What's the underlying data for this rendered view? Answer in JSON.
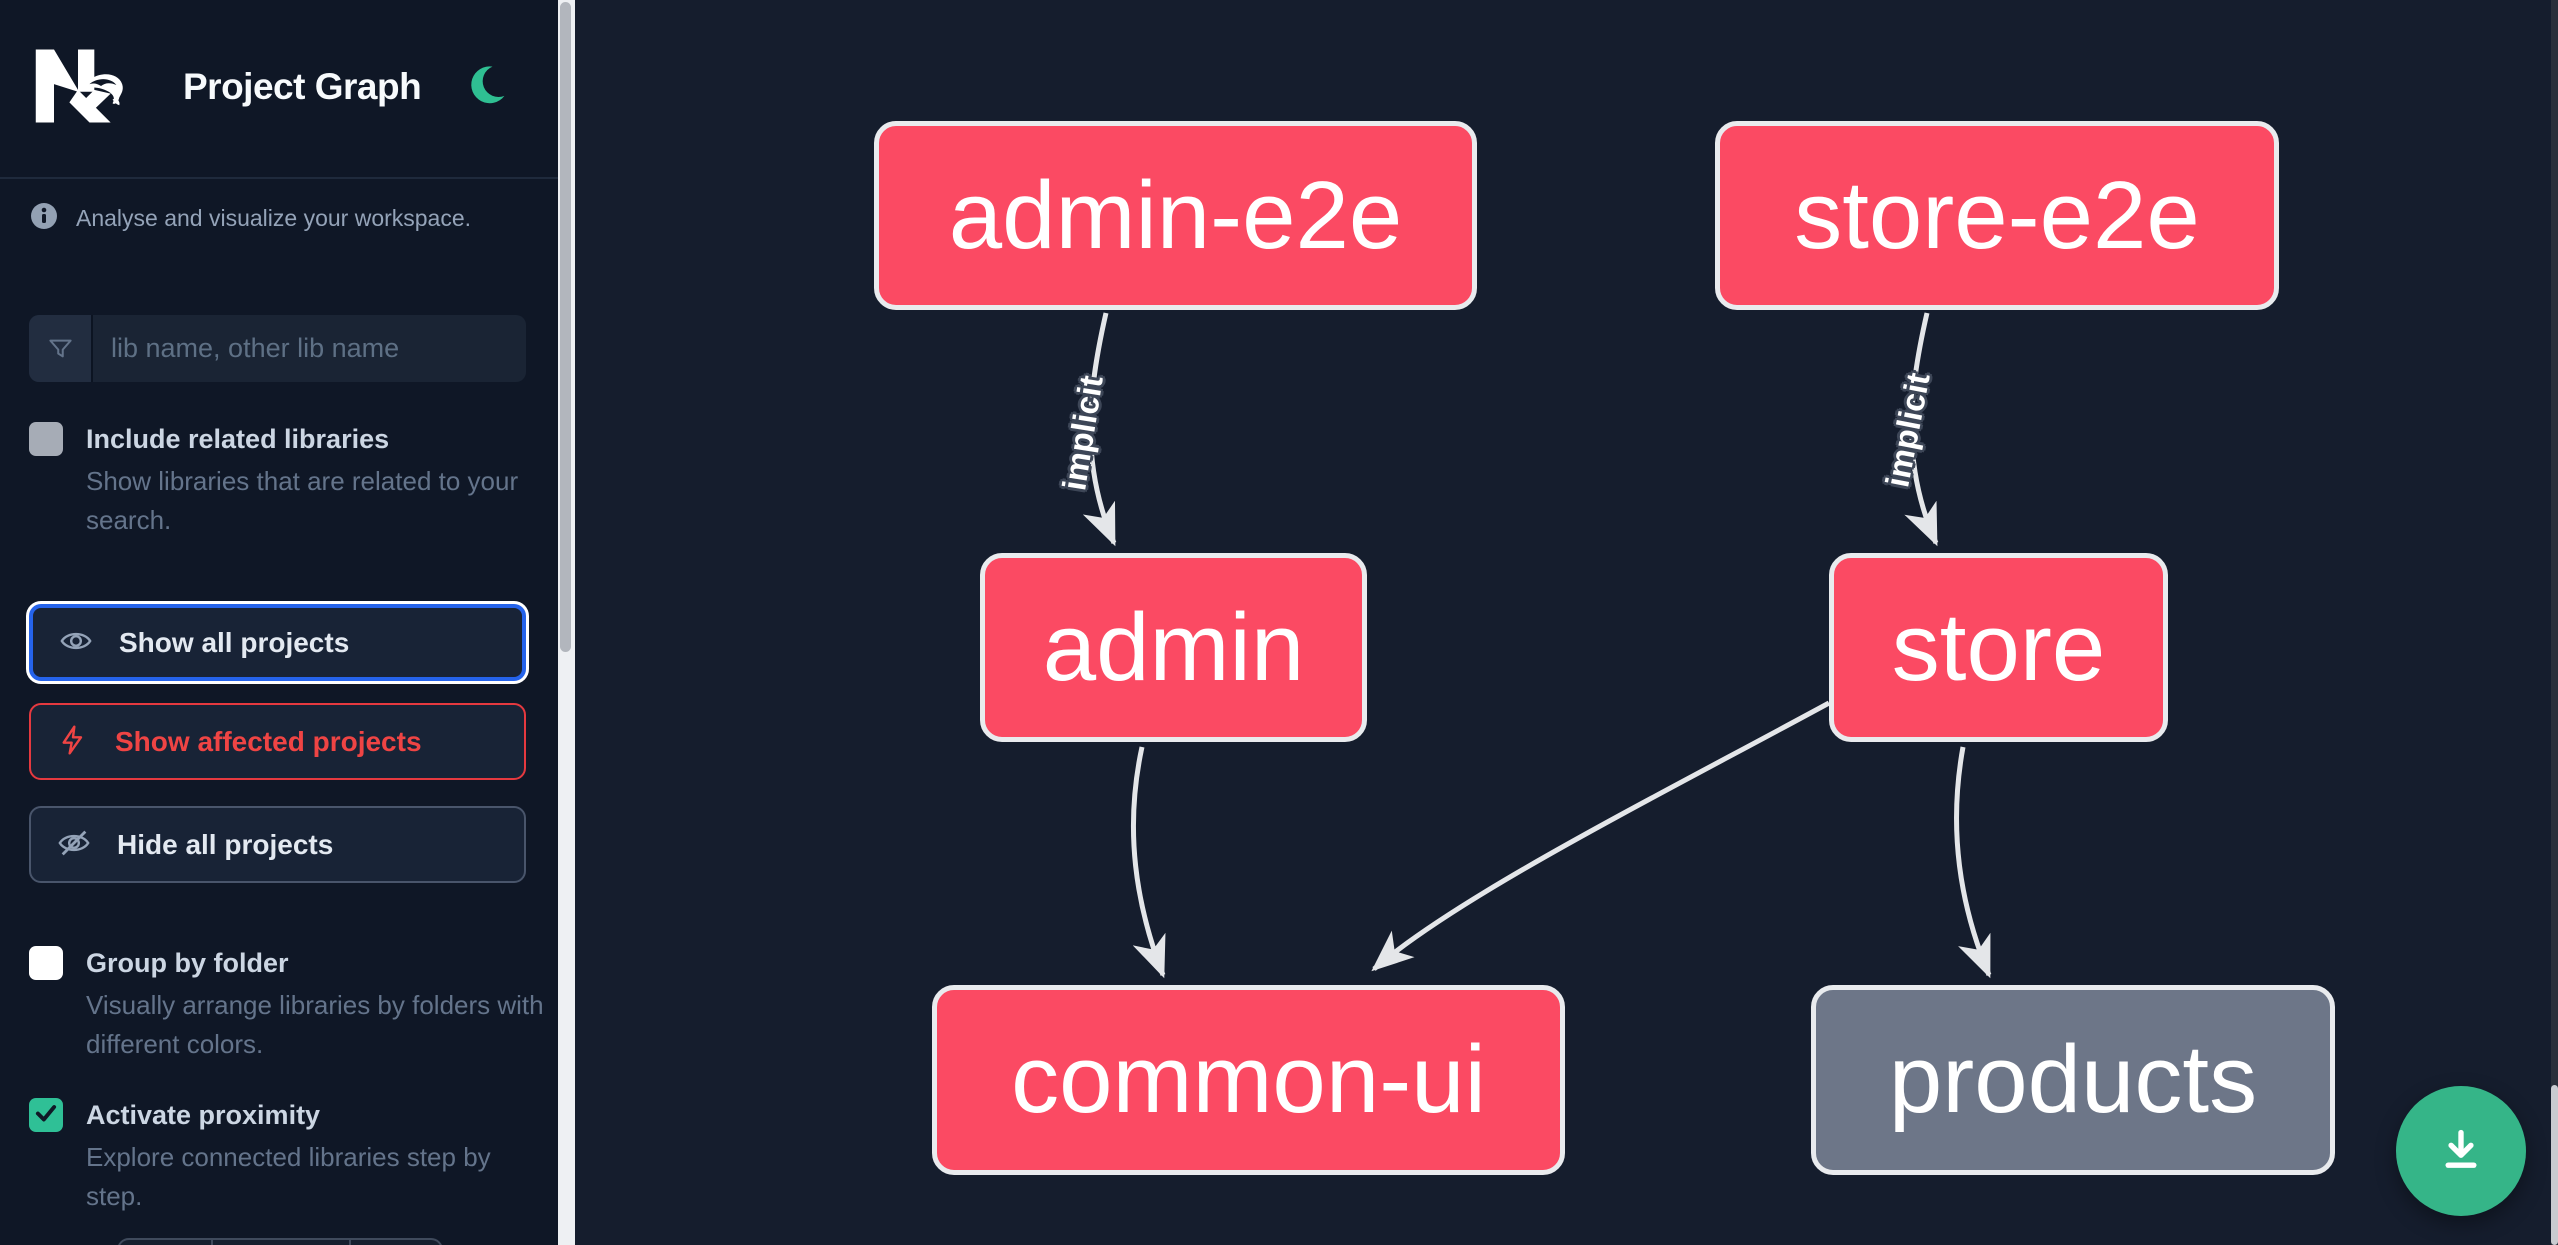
{
  "header": {
    "title": "Project Graph",
    "logo_icon": "nx-logo",
    "theme_toggle_icon": "moon-icon"
  },
  "sidebar": {
    "tagline": "Analyse and visualize your workspace.",
    "search": {
      "placeholder": "lib name, other lib name",
      "value": "",
      "icon": "filter-funnel-icon"
    },
    "options": [
      {
        "id": "include-related-libraries",
        "label": "Include related libraries",
        "description": "Show libraries that are related to your search.",
        "checked": false,
        "checkbox_color": "#a6acb6"
      },
      {
        "id": "group-by-folder",
        "label": "Group by folder",
        "description": "Visually arrange libraries by folders with different colors.",
        "checked": false,
        "checkbox_color": "#ffffff"
      },
      {
        "id": "activate-proximity",
        "label": "Activate proximity",
        "description": "Explore connected libraries step by step.",
        "checked": true,
        "checkbox_color": "#2fc096"
      }
    ],
    "actions": [
      {
        "id": "show-all-projects",
        "label": "Show all projects",
        "icon": "eye-icon",
        "accent": "#2563eb",
        "state": "focused"
      },
      {
        "id": "show-affected-projects",
        "label": "Show affected projects",
        "icon": "lightning-bolt-icon",
        "accent": "#ef4444",
        "state": "default"
      },
      {
        "id": "hide-all-projects",
        "label": "Hide all projects",
        "icon": "eye-off-icon",
        "accent": "#49556b",
        "state": "default"
      }
    ]
  },
  "graph": {
    "nodes": [
      {
        "id": "admin-e2e",
        "label": "admin-e2e",
        "type": "e2e-app",
        "color": "#fb4a63"
      },
      {
        "id": "store-e2e",
        "label": "store-e2e",
        "type": "e2e-app",
        "color": "#fb4a63"
      },
      {
        "id": "admin",
        "label": "admin",
        "type": "app",
        "color": "#fb4a63"
      },
      {
        "id": "store",
        "label": "store",
        "type": "app",
        "color": "#fb4a63"
      },
      {
        "id": "common-ui",
        "label": "common-ui",
        "type": "lib",
        "color": "#fb4a63"
      },
      {
        "id": "products",
        "label": "products",
        "type": "lib",
        "color": "#6d7688"
      }
    ],
    "edges": [
      {
        "from": "admin-e2e",
        "to": "admin",
        "label": "implicit"
      },
      {
        "from": "store-e2e",
        "to": "store",
        "label": "implicit"
      },
      {
        "from": "admin",
        "to": "common-ui",
        "label": ""
      },
      {
        "from": "store",
        "to": "common-ui",
        "label": ""
      },
      {
        "from": "store",
        "to": "products",
        "label": ""
      }
    ],
    "edge_color": "#e4e6e9"
  },
  "fab": {
    "icon": "download-icon",
    "color": "#35b588"
  }
}
